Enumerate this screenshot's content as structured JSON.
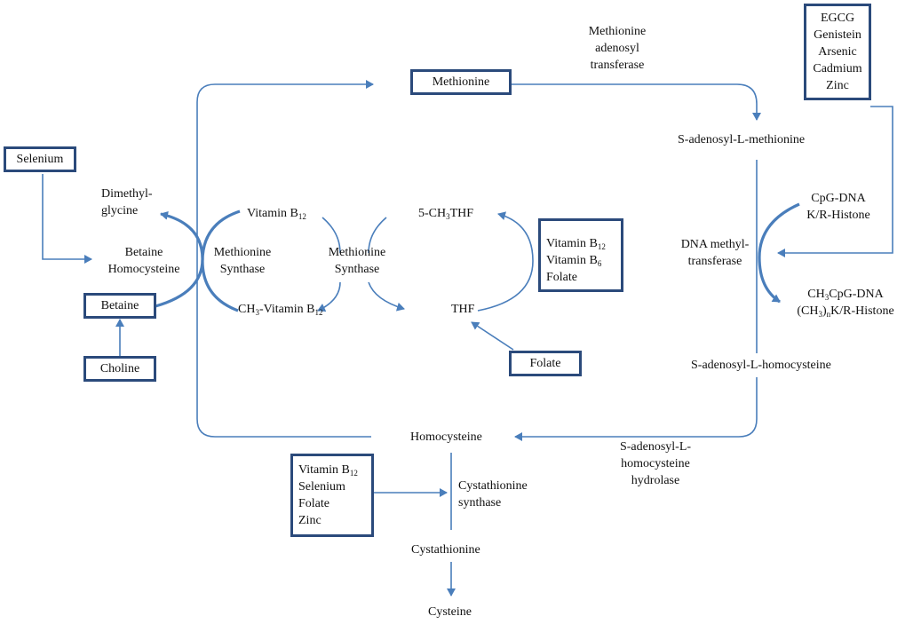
{
  "nodes": {
    "methionine_adenosyl": [
      "Methionine",
      "adenosyl",
      "transferase"
    ],
    "sam": "S-adenosyl-L-methionine",
    "dimethylglycine": [
      "Dimethyl-",
      "glycine"
    ],
    "betaine_homocysteine": [
      "Betaine",
      "Homocysteine"
    ],
    "methionine_synthase_left": [
      "Methionine",
      "Synthase"
    ],
    "methionine_synthase_mid": [
      "Methionine",
      "Synthase"
    ],
    "vitamin_b12": {
      "main": "Vitamin B",
      "sub": "12"
    },
    "ch3_vitamin_b12": {
      "pre": "CH",
      "pre_sub": "3",
      "main": "-Vitamin B",
      "sub": "12"
    },
    "ch3thf": {
      "pre": "5-CH",
      "sub": "3",
      "post": "THF"
    },
    "thf": "THF",
    "dna_methyltransferase": [
      "DNA methyl-",
      "transferase"
    ],
    "cpg_dna": [
      "CpG-DNA",
      "K/R-Histone"
    ],
    "ch3cpg": {
      "l1_pre": "CH",
      "l1_sub": "3",
      "l1_post": "CpG-DNA",
      "l2_pre": "(CH",
      "l2_sub": "3",
      "l2_mid": ")",
      "l2_sub2": "n",
      "l2_post": "K/R-Histone"
    },
    "sah": "S-adenosyl-L-homocysteine",
    "homocysteine": "Homocysteine",
    "sah_hydrolase": [
      "S-adenosyl-L-",
      "homocysteine",
      "hydrolase"
    ],
    "cystathionine_synthase": [
      "Cystathionine",
      "synthase"
    ],
    "cystathionine": "Cystathionine",
    "cysteine": "Cysteine"
  },
  "boxes": {
    "methionine": "Methionine",
    "selenium": "Selenium",
    "betaine": "Betaine",
    "choline": "Choline",
    "folate": "Folate",
    "inhibitors": [
      "EGCG",
      "Genistein",
      "Arsenic",
      "Cadmium",
      "Zinc"
    ],
    "cofactors_mid": {
      "b12": "Vitamin B",
      "b12_sub": "12",
      "b6": "Vitamin B",
      "b6_sub": "6",
      "folate": "Folate"
    },
    "cofactors_bottom": {
      "b12": "Vitamin B",
      "b12_sub": "12",
      "selenium": "Selenium",
      "folate": "Folate",
      "zinc": "Zinc"
    }
  },
  "colors": {
    "arrow": "#4a7ebb",
    "box_border": "#2b4a7b"
  }
}
